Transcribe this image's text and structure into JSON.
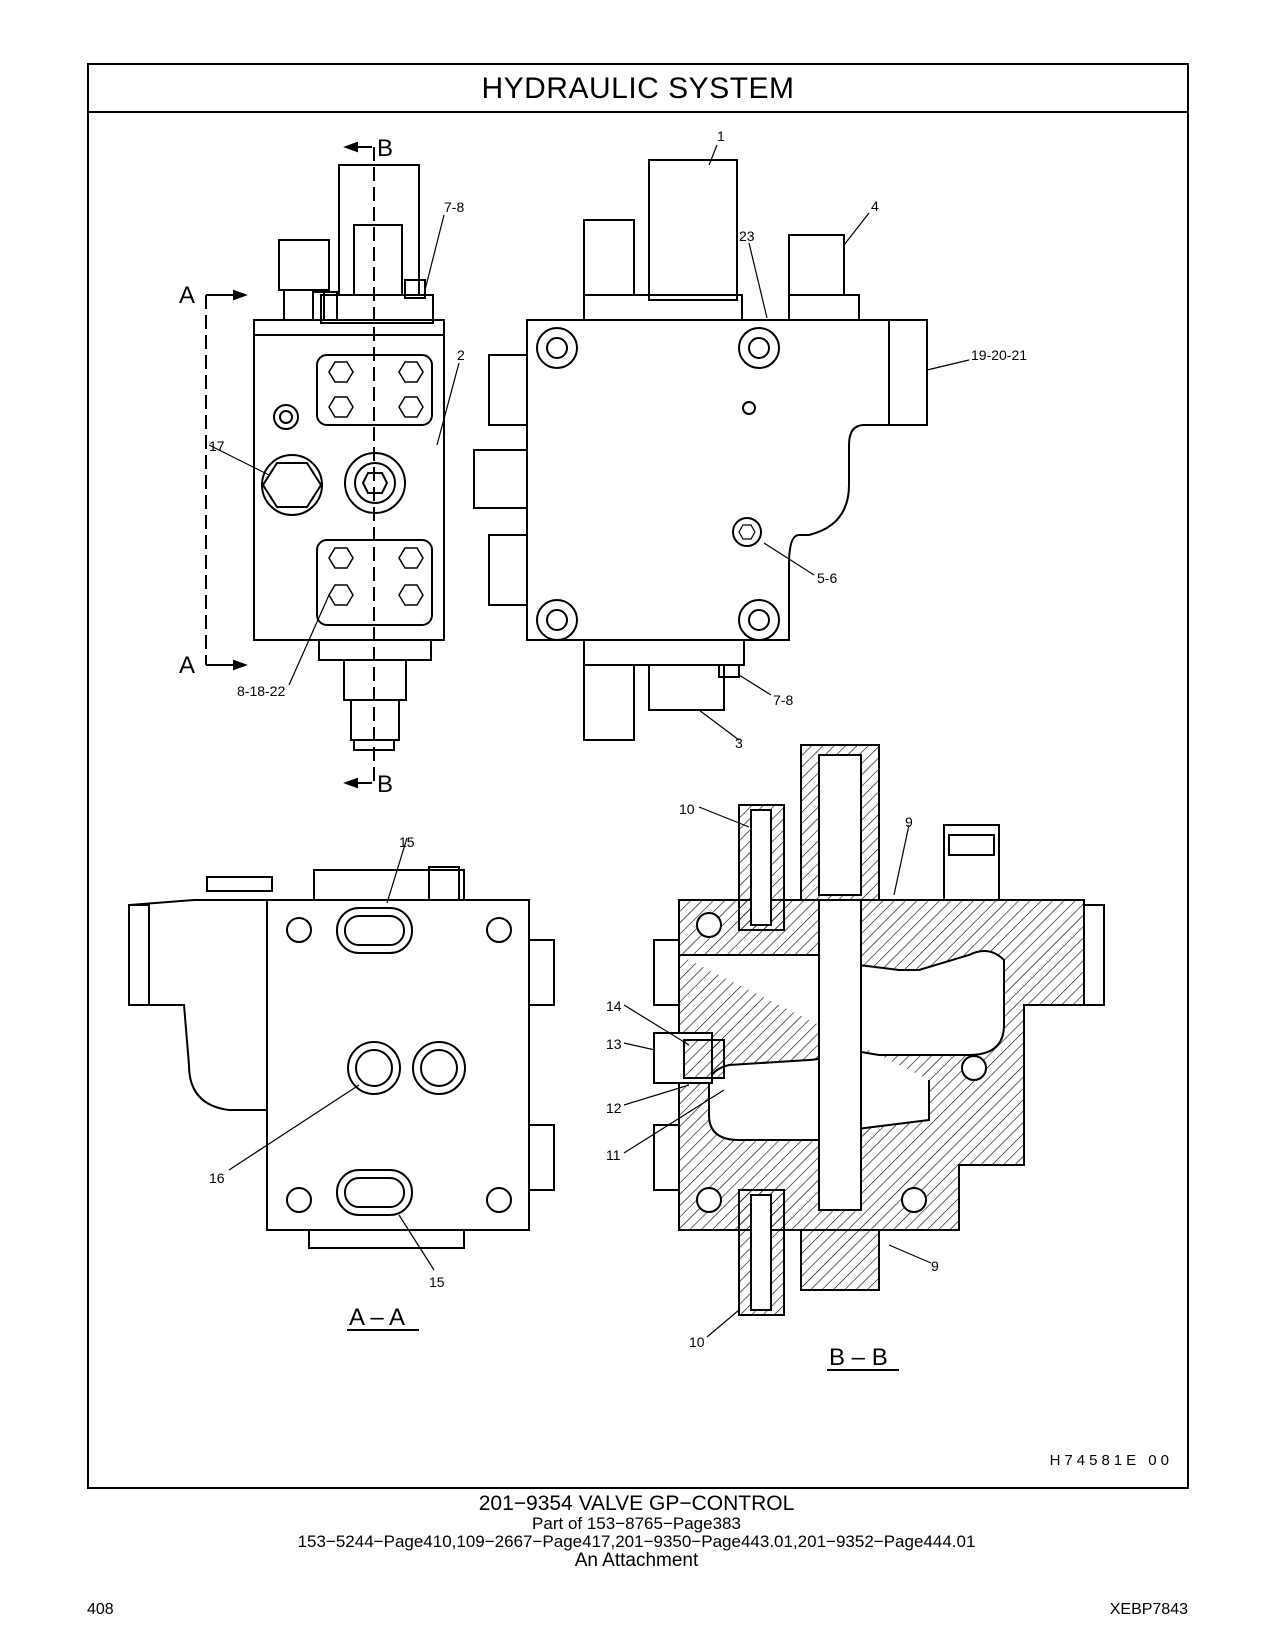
{
  "header": {
    "title": "HYDRAULIC   SYSTEM"
  },
  "views": {
    "section_a_label": "A – A",
    "section_b_label": "B – B",
    "cut_marker_a": "A",
    "cut_marker_b": "B"
  },
  "callouts": {
    "c1": "1",
    "c2": "2",
    "c3": "3",
    "c4": "4",
    "c5_6": "5-6",
    "c7_8_top": "7-8",
    "c7_8_bottom": "7-8",
    "c8_18_22": "8-18-22",
    "c19_20_21": "19-20-21",
    "c23": "23",
    "c17": "17",
    "c15_top": "15",
    "c15_bottom": "15",
    "c16": "16",
    "c10_top": "10",
    "c10_bottom": "10",
    "c9_top": "9",
    "c9_bottom": "9",
    "c14": "14",
    "c13": "13",
    "c12": "12",
    "c11": "11"
  },
  "drawing_id": "H74581E     00",
  "caption": {
    "title": "201−9354   VALVE  GP−CONTROL",
    "part_of": "Part of 153−8765−Page383",
    "refs": "153−5244−Page410,109−2667−Page417,201−9350−Page443.01,201−9352−Page444.01",
    "note": "An Attachment"
  },
  "footer": {
    "page_number": "408",
    "doc_id": "XEBP7843"
  }
}
